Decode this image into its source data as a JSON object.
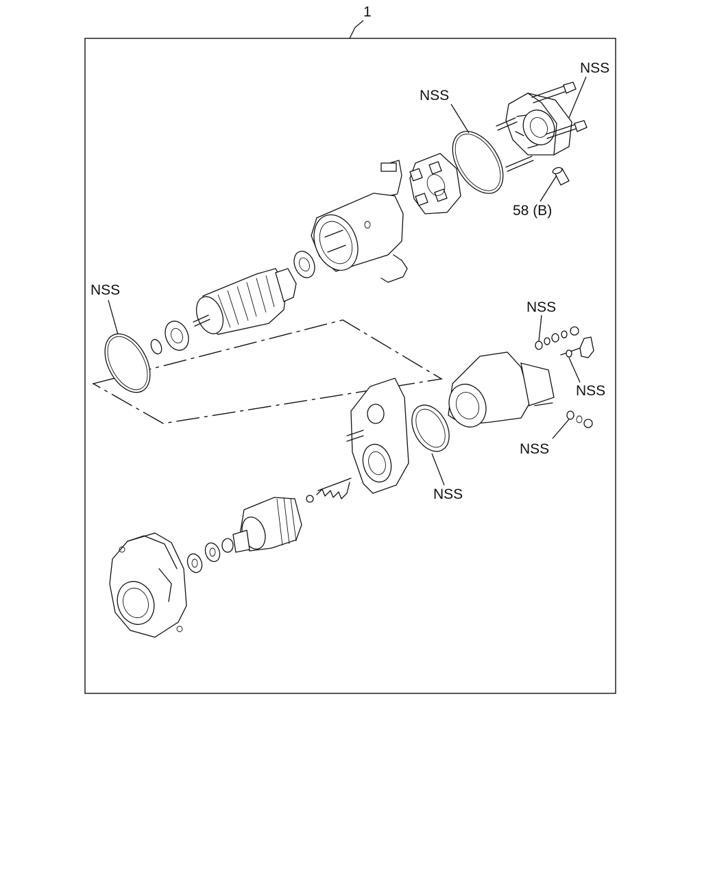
{
  "callouts": {
    "assembly": "1",
    "nss": "NSS",
    "bolt": "58 (B)"
  }
}
